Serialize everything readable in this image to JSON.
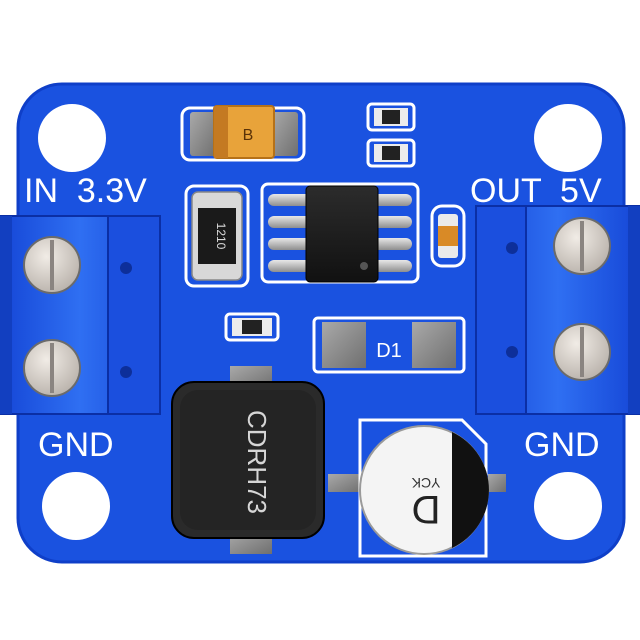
{
  "board": {
    "colors": {
      "pcb": "#1a52e0",
      "pcb_edge": "#0d36b8",
      "silkscreen": "#ffffff",
      "terminal_blue": "#1f5fe8",
      "pad_grey": "#8a8a8a",
      "ic_black": "#1c1c1c"
    },
    "labels": {
      "input_label": "IN  3.3V",
      "output_label": "OUT  5V",
      "gnd_left": "GND",
      "gnd_right": "GND",
      "diode_label": "D1"
    },
    "components": {
      "tantalum_cap": "B",
      "resistor_1210": "1210",
      "inductor": "CDRH73",
      "electrolytic_cap_letter": "D",
      "electrolytic_cap_brand": "YCK"
    }
  }
}
